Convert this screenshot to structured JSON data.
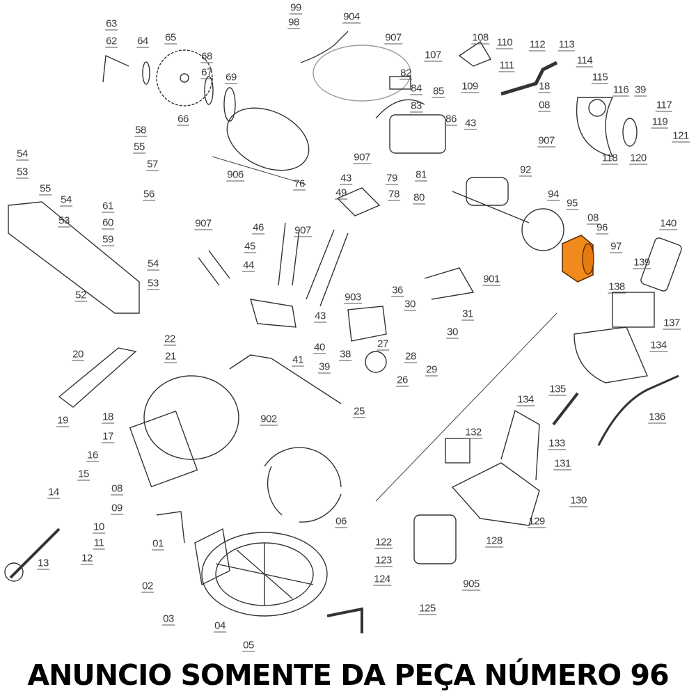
{
  "diagram": {
    "highlight_part": "96",
    "highlight_color": "#f08a1c",
    "labels": [
      "63",
      "62",
      "64",
      "65",
      "99",
      "98",
      "904",
      "907",
      "108",
      "107",
      "110",
      "112",
      "113",
      "111",
      "109",
      "114",
      "82",
      "68",
      "67",
      "69",
      "18",
      "08",
      "115",
      "116",
      "39",
      "84",
      "85",
      "117",
      "83",
      "86",
      "43",
      "119",
      "121",
      "66",
      "58",
      "55",
      "57",
      "907",
      "907",
      "118",
      "120",
      "54",
      "53",
      "906",
      "76",
      "43",
      "79",
      "81",
      "92",
      "55",
      "54",
      "49",
      "78",
      "80",
      "61",
      "56",
      "94",
      "95",
      "08",
      "53",
      "60",
      "907",
      "46",
      "907",
      "96",
      "59",
      "45",
      "97",
      "140",
      "44",
      "139",
      "54",
      "53",
      "901",
      "52",
      "903",
      "36",
      "138",
      "30",
      "31",
      "30",
      "43",
      "137",
      "22",
      "27",
      "40",
      "134",
      "21",
      "20",
      "38",
      "28",
      "41",
      "39",
      "29",
      "26",
      "135",
      "134",
      "19",
      "18",
      "25",
      "902",
      "136",
      "17",
      "132",
      "133",
      "16",
      "131",
      "15",
      "08",
      "14",
      "130",
      "09",
      "10",
      "129",
      "11",
      "01",
      "06",
      "128",
      "122",
      "12",
      "13",
      "123",
      "124",
      "905",
      "02",
      "03",
      "125",
      "04",
      "05"
    ]
  },
  "footer": {
    "text": "ANUNCIO SOMENTE DA PEÇA NÚMERO 96"
  }
}
